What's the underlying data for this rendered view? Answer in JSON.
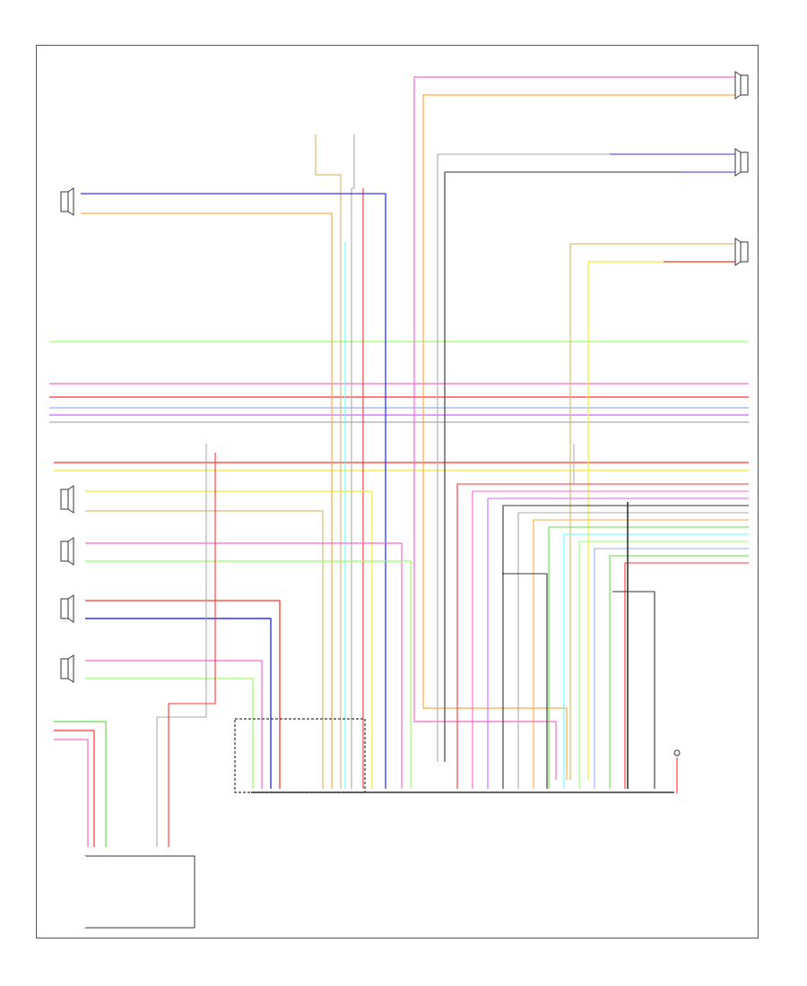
{
  "colors": {
    "frame": "#555555",
    "ground": "#333333",
    "wire_pink": "#ff66cc",
    "wire_red": "#ff3333",
    "wire_blue": "#3333ff",
    "wire_light_blue": "#99aaff",
    "wire_green": "#66dd44",
    "wire_light_green": "#99ff66",
    "wire_yellow": "#eeee33",
    "wire_orange": "#ffaa44",
    "wire_tan": "#ddbb77",
    "wire_cyan": "#66ffff",
    "wire_violet": "#cc66ff",
    "wire_gray": "#aaaaaa",
    "wire_black": "#333333",
    "wire_white": "#dddddd"
  },
  "components": [
    {
      "id": "right-rear-speaker",
      "icon": "speaker-icon"
    },
    {
      "id": "left-front-speaker",
      "icon": "speaker-icon"
    },
    {
      "id": "right-front-speaker",
      "icon": "speaker-icon"
    },
    {
      "id": "left-rear-speaker",
      "icon": "speaker-icon"
    },
    {
      "id": "center-speaker",
      "icon": "speaker-icon"
    },
    {
      "id": "subwoofer",
      "icon": "speaker-icon"
    },
    {
      "id": "left-front-tweeter",
      "icon": "speaker-icon"
    },
    {
      "id": "right-front-tweeter",
      "icon": "speaker-icon"
    },
    {
      "id": "left-rear-tweeter",
      "icon": "speaker-icon"
    },
    {
      "id": "antenna-amp",
      "icon": "connector-icon"
    },
    {
      "id": "audio-unit",
      "icon": "module-icon"
    },
    {
      "id": "bose-amplifier",
      "icon": "module-icon"
    },
    {
      "id": "ground-switch",
      "icon": "switch-icon"
    }
  ]
}
